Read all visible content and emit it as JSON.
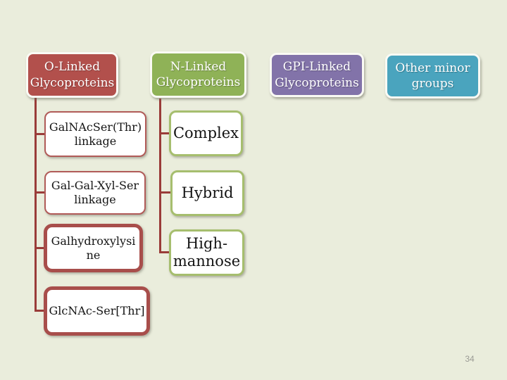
{
  "slide": {
    "page_number": "34"
  },
  "colors": {
    "background": "#EAEDDC",
    "header_red": "#B2504C",
    "header_green": "#8FB257",
    "header_purple": "#8273A9",
    "header_teal": "#4AA4BE",
    "header_text": "#FFFFFF",
    "connector": "#9A3C39",
    "border_red_thin": "#B15B58",
    "border_red_thick": "#A84E4B",
    "border_green": "#A6BE6E",
    "child_fill": "#FFFFFF",
    "child_text": "#141414",
    "page_number_gray": "#9B9B95"
  },
  "headers": [
    {
      "line1": "O-Linked",
      "line2": "Glycoproteins"
    },
    {
      "line1": "N-Linked",
      "line2": "Glycoproteins"
    },
    {
      "line1": "GPI-Linked",
      "line2": "Glycoproteins"
    },
    {
      "line1": "Other minor",
      "line2": "groups"
    }
  ],
  "o_children": [
    {
      "line1": "GalNAcSer(Thr)",
      "line2": "linkage"
    },
    {
      "line1": "Gal-Gal-Xyl-Ser",
      "line2": "linkage"
    },
    {
      "line1": "Galhydroxylysi",
      "line2": "ne"
    },
    {
      "line1": "GlcNAc-Ser[Thr]"
    }
  ],
  "n_children": [
    {
      "line1": "Complex"
    },
    {
      "line1": "Hybrid"
    },
    {
      "line1": "High-",
      "line2": "mannose"
    }
  ]
}
